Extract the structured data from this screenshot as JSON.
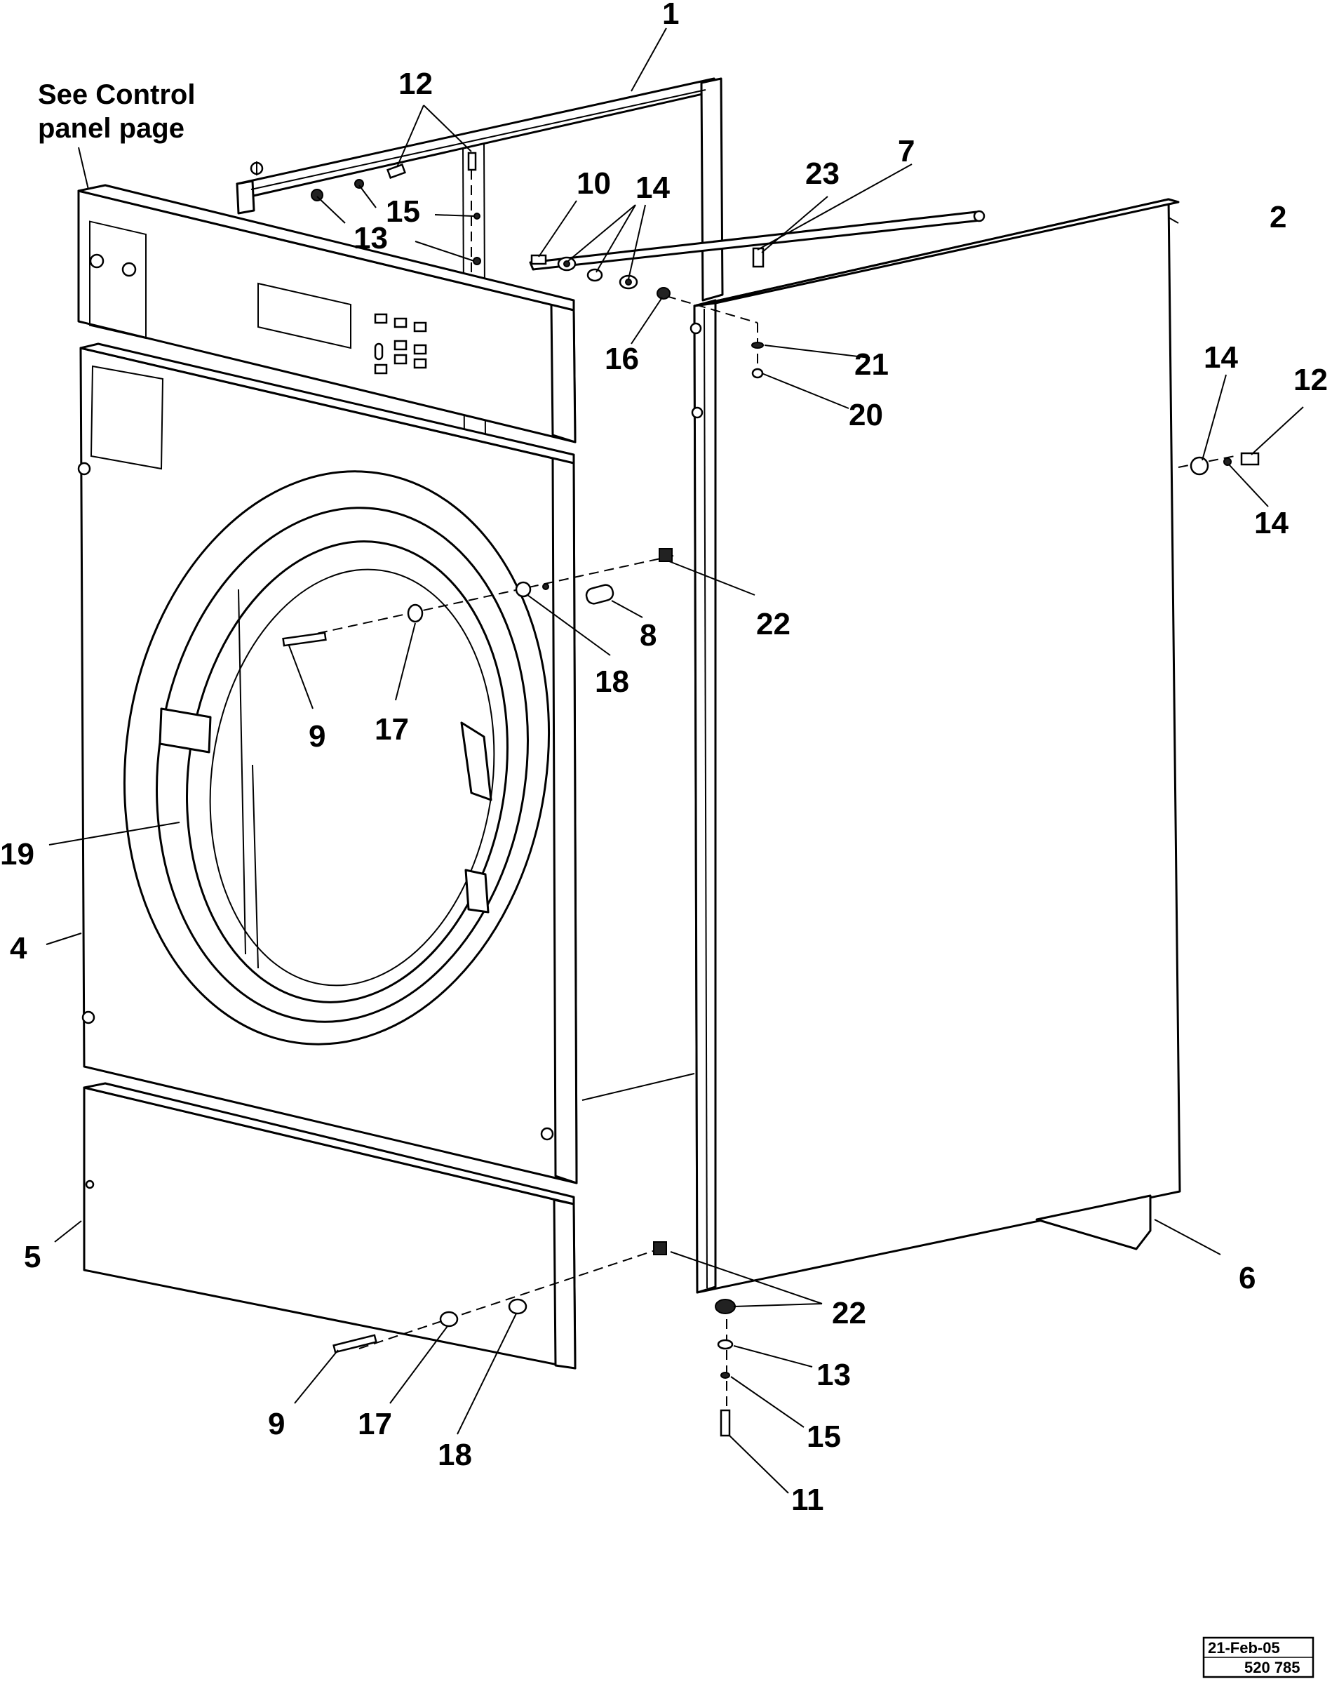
{
  "note": {
    "line1": "See Control",
    "line2": "panel page"
  },
  "callouts": {
    "c1": "1",
    "c2": "2",
    "c4": "4",
    "c5": "5",
    "c6": "6",
    "c7": "7",
    "c8": "8",
    "c9_upper": "9",
    "c9_lower": "9",
    "c10": "10",
    "c11": "11",
    "c12_top": "12",
    "c12_right": "12",
    "c13_top": "13",
    "c13_bottom": "13",
    "c14_top": "14",
    "c14_right_upper": "14",
    "c14_right_lower": "14",
    "c15_top": "15",
    "c15_bottom": "15",
    "c16": "16",
    "c17_upper": "17",
    "c17_lower": "17",
    "c18_upper": "18",
    "c18_lower": "18",
    "c19": "19",
    "c20": "20",
    "c21": "21",
    "c22_upper": "22",
    "c22_lower": "22",
    "c23": "23"
  },
  "stamp": {
    "date": "21-Feb-05",
    "number": "520 785"
  }
}
